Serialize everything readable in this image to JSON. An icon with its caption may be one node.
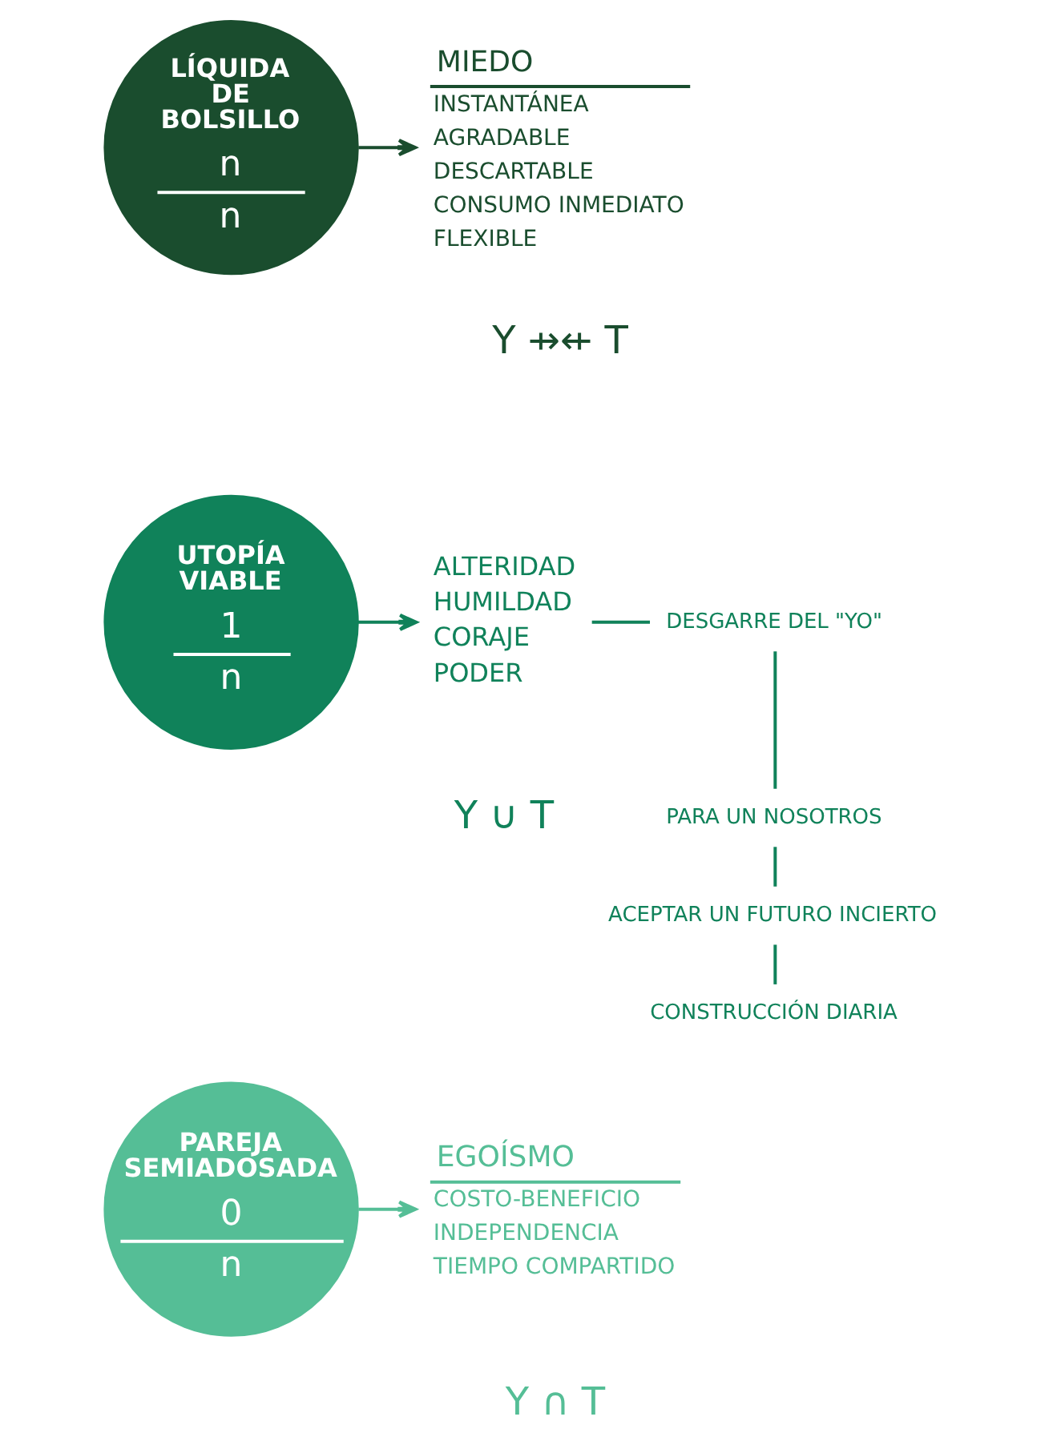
{
  "diagram": {
    "nodes": [
      {
        "text": [
          "LÍQUIDA DE BOLSILLO",
          "n",
          "n"
        ]
      },
      {
        "text": [
          "MIEDO",
          "INSTANTÁNEA",
          "AGRADABLE",
          "DESCARTABLE",
          "CONSUMO INMEDIATO",
          "FLEXIBLE"
        ]
      },
      {
        "text": [
          "UTOPÍA VIABLE",
          "1",
          "n"
        ]
      },
      {
        "text": [
          "ALTERIDAD",
          "HUMILDAD",
          "CORAJE",
          "PODER"
        ]
      },
      {
        "text": [
          "DESGARRE DEL \"YO\""
        ]
      },
      {
        "text": [
          "PARA UN NOSOTROS"
        ]
      },
      {
        "text": [
          "ACEPTAR UN FUTURO INCIERTO"
        ]
      },
      {
        "text": [
          "CONSTRUCCIÓN DIARIA"
        ]
      },
      {
        "text": [
          "PAREJA SEMIADOSADA",
          "0",
          "n"
        ]
      },
      {
        "text": [
          "EGOÍSMO",
          "COSTO-BENEFICIO",
          "INDEPENDENCIA",
          "TIEMPO COMPARTIDO"
        ]
      }
    ],
    "edges": [
      {
        "from": 0,
        "to": 1,
        "arrow": "to"
      },
      {
        "from": 2,
        "to": 3,
        "arrow": "to"
      },
      {
        "from": 3,
        "to": 4,
        "arrow": "none"
      },
      {
        "from": 4,
        "to": 5,
        "arrow": "none"
      },
      {
        "from": 5,
        "to": 6,
        "arrow": "none"
      },
      {
        "from": 6,
        "to": 7,
        "arrow": "none"
      },
      {
        "from": 8,
        "to": 9,
        "arrow": "to"
      }
    ],
    "labels": [
      "Y ⇸⇷ T",
      "Y ∪ T",
      "Y ∩ T"
    ]
  }
}
